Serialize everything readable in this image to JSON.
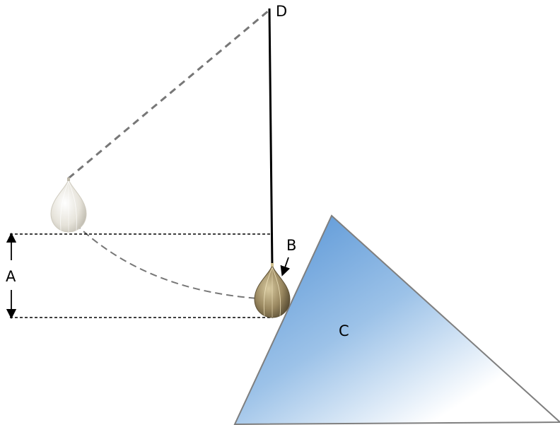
{
  "labels": {
    "pivot": "D",
    "bob_pointer": "B",
    "height": "A",
    "block": "C"
  },
  "colors": {
    "string": "#000000",
    "dashed_path": "#777777",
    "guide_lines": "#000000",
    "block_top": "#5b9bd5",
    "block_bottom": "#ffffff",
    "block_edge": "#7f7f7f",
    "bob_released": "#e9e6dc",
    "bob_impact": "#9a8860"
  }
}
